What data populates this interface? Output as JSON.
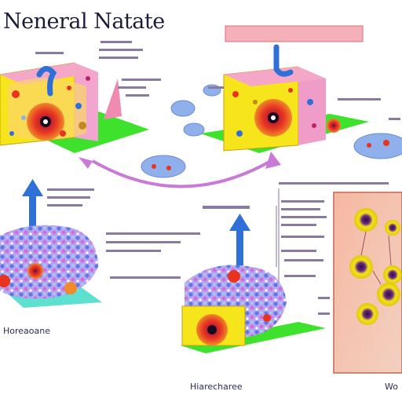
{
  "title": "Neneral Natate",
  "header_bar_text": "",
  "labels": {
    "tl_1": "",
    "tl_2": "",
    "tl_3": "",
    "mid_1": "",
    "mid_2": "",
    "tr_side": "",
    "tr_side2": "",
    "mid_left": "",
    "center_head": "",
    "center_list": "",
    "lower_left": "",
    "lower_left2": ""
  },
  "captions": {
    "bottom_left": "Horeaoane",
    "bottom_center": "Hiarecharee",
    "bottom_right": "Wo"
  },
  "colors": {
    "platform_green": "#3ee12b",
    "cell_yellow": "#f7e51c",
    "cell_pink": "#f09cc8",
    "nucleus_red": "#e8331e",
    "arrow_blue": "#2f6fd8",
    "arrow_pink": "#c97ad6",
    "panel_peach": "#f6bfa8",
    "vesicle_blue": "#8fb0ea"
  },
  "icons": [
    "blue-up-arrow-icon",
    "curved-pink-arrow-icon"
  ]
}
